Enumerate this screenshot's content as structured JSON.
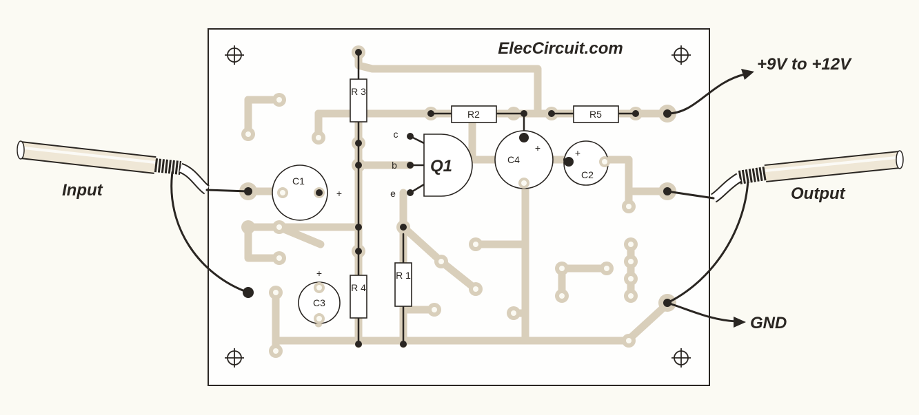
{
  "watermark": "ElecCircuit.com",
  "terminals": {
    "power": "+9V to +12V",
    "input": "Input",
    "output": "Output",
    "ground": "GND"
  },
  "components": {
    "r1": "R 1",
    "r2": "R2",
    "r3": "R 3",
    "r4": "R 4",
    "r5": "R5",
    "c1": "C1",
    "c2": "C2",
    "c3": "C3",
    "c4": "C4",
    "q1": "Q1"
  },
  "transistor_pins": {
    "c": "c",
    "b": "b",
    "e": "e"
  },
  "polarity_mark": "+",
  "colors": {
    "trace": "#d9cfbb",
    "ink": "#2a2622",
    "board": "#fefefd",
    "background": "#fbfaf3"
  }
}
